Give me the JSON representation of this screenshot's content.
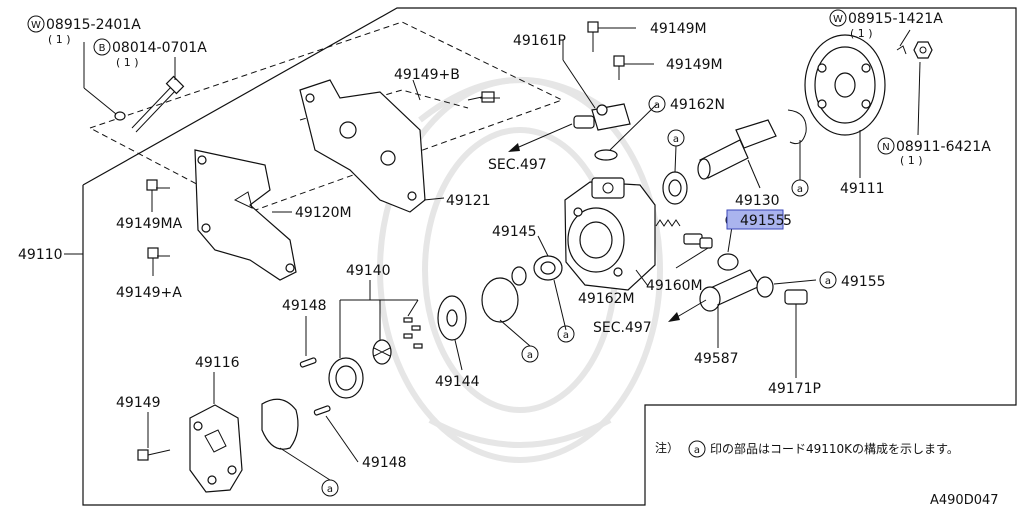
{
  "diagram_code": "A490D047",
  "note": {
    "prefix": "注）",
    "circle_letter": "a",
    "text": "印の部品はコード49110Kの構成を示します。"
  },
  "prefixes": {
    "W": "W",
    "B": "B",
    "N": "N",
    "a": "a"
  },
  "callouts": {
    "w_08915_2401a": {
      "code": "08915-2401A",
      "qty": "( 1 )"
    },
    "b_08014_0701a": {
      "code": "08014-0701A",
      "qty": "( 1 )"
    },
    "w_08915_1421a": {
      "code": "08915-1421A",
      "qty": "( 1 )"
    },
    "n_08911_6421a": {
      "code": "08911-6421A",
      "qty": "( 1 )"
    }
  },
  "labels": {
    "p49110": "49110",
    "p49149_plus_b": "49149+B",
    "p49161p": "49161P",
    "p49149m_1": "49149M",
    "p49149m_2": "49149M",
    "p49162n": "49162N",
    "p49121": "49121",
    "p49120m": "49120M",
    "p49149ma": "49149MA",
    "p49149_plus_a": "49149+A",
    "sec497_1": "SEC.497",
    "sec497_2": "SEC.497",
    "p49130": "49130",
    "p49111": "49111",
    "p49155_highlight": "49155",
    "p49155_hl_tail": "5",
    "p49155": "49155",
    "p49145": "49145",
    "p49162m": "49162M",
    "p49160m": "49160M",
    "p49140": "49140",
    "p49148_1": "49148",
    "p49148_2": "49148",
    "p49144": "49144",
    "p49116": "49116",
    "p49149": "49149",
    "p49587": "49587",
    "p49171p": "49171P"
  }
}
